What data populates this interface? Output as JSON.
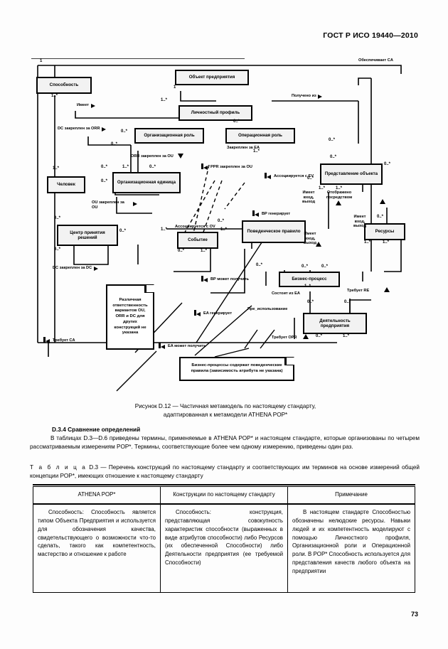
{
  "header": {
    "standard_ref": "ГОСТ Р ИСО 19440—2010"
  },
  "figure": {
    "caption_line1": "Рисунок D.12 — Частичная метамодель по настоящему стандарту,",
    "caption_line2": "адаптированная к метамодели ATHENA POP*",
    "boxes": {
      "capability": "Способность",
      "enterprise_object": "Объект предприятия",
      "person_profile": "Личностный профиль",
      "organisational_role": "Организационная роль",
      "operational_role": "Операционная роль",
      "person": "Человек",
      "organisational_unit": "Организационная единица",
      "decision_centre": "Центр принятия решений",
      "event": "Событие",
      "behaviour_rule": "Поведенческое правило",
      "object_view": "Представление объекта",
      "resources": "Ресурсы",
      "business_process": "Бизнес-процесс",
      "enterprise_activity": "Деятельность предприятия"
    },
    "notes": {
      "note_responsibility": "Различная ответственность вариантов OU, ORR и DC для других конструкций не указана",
      "note_business_process": "Бизнес-процессы содержат поведенческие правила (зависимость атрибута не указана)"
    },
    "edge_labels": {
      "provides_ca": "Обеспечивает CA",
      "derived_from": "Получено из",
      "has": "Имеет",
      "dc_assigned_orr": "DC закреплен за ORR",
      "orr_assigned_ou": "ORR закреплен за OU",
      "ppr_assigned_ou": "PPR закреплен за OU",
      "assigned_ea": "Закреплен за EA",
      "ou_assigned_ou": "OU закреплен за OU",
      "dc_assigned_dc": "DC закреплен за DC",
      "associated_ov": "Ассоциируется с OV",
      "associated_ev": "Ассоциируется с EV",
      "bp_generates": "BP генерирует",
      "bp_may_receive": "BP может получить",
      "ea_generates": "EA генерирует",
      "ea_may_receive": "EA может получить",
      "consists_of_ea": "Состоит из EA",
      "pre_use": "Пре_использование",
      "requires_re": "Требует RE",
      "requires_opr": "Требует OPR",
      "requires_ca": "Требует CA",
      "displayed_via": "Отображено посредством",
      "has_input_output_1": "Имеет вход, выход",
      "has_input_output_2": "Имеет вход, выход",
      "has_input_output_3": "Имеет вход, выход"
    },
    "multiplicities": {
      "one": "1",
      "one_many": "1..*",
      "zero_many": "0..*",
      "zero_many_1": "0..*",
      "one_many_b": "1..*"
    }
  },
  "section": {
    "number_title": "D.3.4 Сравнение определений",
    "paragraph": "В таблицах D.3—D.6 приведены термины, применяемые в ATHENA POP* и настоящем стандарте, которые организованы по четырем рассматриваемым измерениям POP*. Термины, соответствующие более чем одному измерению, приведены один раз."
  },
  "table": {
    "caption_label": "Т а б л и ц а",
    "caption_number": "D.3",
    "caption_text": "— Перечень конструкций по настоящему стандарту и соответствующих им терминов на основе измерений общей концепции POP*, имеющих отношение к настоящему стандарту",
    "headers": [
      "ATHENA POP*",
      "Конструкции по настоящему стандарту",
      "Примечание"
    ],
    "rows": [
      [
        "Способность: Способность является типом Объекта Предприятия и используется для обозначения качества, свидетельствующего о возможности что-то сделать, такого как компетентность, мастерство и отношение к работе",
        "Способность: конструкция, представляющая совокупность характеристик способности (выраженных в виде атрибутов способности) либо Ресурсов (их обеспеченной Способности) либо Деятельности предприятия (ее требуемой Способности)",
        "В настоящем стандарте Способностью обозначены нелюдские ресурсы. Навыки людей и их компетентность моделируют с помощью Личностного профиля, Организационной роли и Операционной роли. В POP* Способность используется для представления качеств любого объекта на предприятии"
      ]
    ]
  },
  "footer": {
    "page_number": "73"
  }
}
